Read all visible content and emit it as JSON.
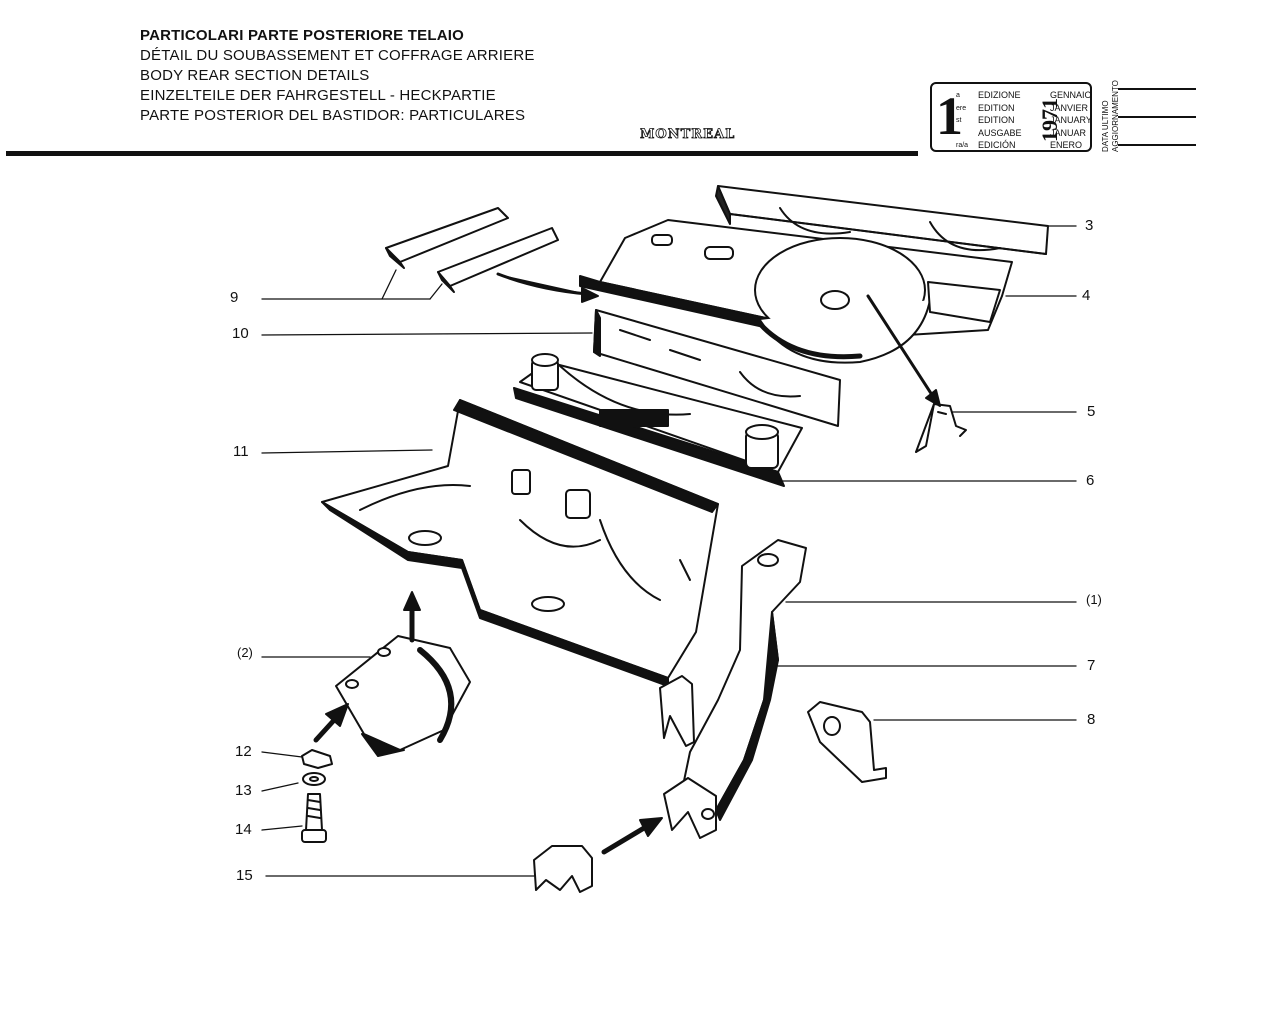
{
  "header": {
    "titles": [
      "PARTICOLARI PARTE POSTERIORE TELAIO",
      "DÉTAIL DU SOUBASSEMENT ET COFFRAGE ARRIERE",
      "BODY REAR SECTION DETAILS",
      "EINZELTEILE DER FAHRGESTELL - HECKPARTIE",
      "PARTE POSTERIOR DEL BASTIDOR: PARTICULARES"
    ],
    "model": "MONTREAL"
  },
  "edition": {
    "number": "1",
    "suffixes": [
      "a",
      "ere",
      "st",
      "·",
      "ra/a"
    ],
    "labels": [
      "EDIZIONE",
      "EDITION",
      "EDITION",
      "AUSGABE",
      "EDICIÓN"
    ],
    "year": "1971",
    "months": [
      "GENNAIO",
      "JANVIER",
      "JANUARY",
      "JANUAR",
      "ENERO"
    ],
    "update_label": [
      "DATA ULTIMO",
      "AGGIORNAMENTO"
    ]
  },
  "callouts": {
    "c9": "9",
    "c10": "10",
    "c11": "11",
    "c2": "(2)",
    "c12": "12",
    "c13": "13",
    "c14": "14",
    "c15": "15",
    "c3": "3",
    "c4": "4",
    "c5": "5",
    "c6": "6",
    "c1": "(1)",
    "c7": "7",
    "c8": "8"
  }
}
